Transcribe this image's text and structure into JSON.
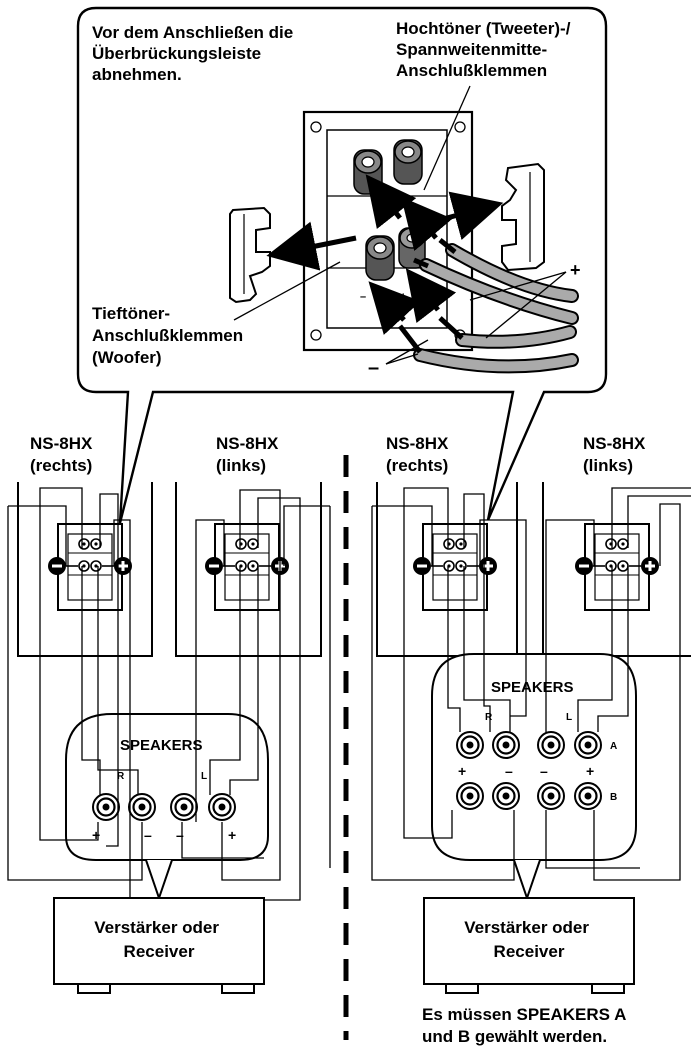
{
  "callout": {
    "remove_bridge_text": [
      "Vor dem Anschließen die",
      "Überbrückungsleiste",
      "abnehmen."
    ],
    "tweeter_text": [
      "Hochtöner (Tweeter)-/",
      "Spannweitenmitte-",
      "Anschlußklemmen"
    ],
    "woofer_text": [
      "Tieftöner-",
      "Anschlußklemmen",
      "(Woofer)"
    ],
    "plus_sign": "+",
    "minus_sign": "–"
  },
  "speakers": {
    "left_config_right": {
      "model": "NS-8HX",
      "side": "(rechts)"
    },
    "left_config_left": {
      "model": "NS-8HX",
      "side": "(links)"
    },
    "right_config_right": {
      "model": "NS-8HX",
      "side": "(rechts)"
    },
    "right_config_left": {
      "model": "NS-8HX",
      "side": "(links)"
    }
  },
  "panel": {
    "title": "SPEAKERS",
    "channel_r": "R",
    "channel_l": "L",
    "row_a": "A",
    "row_b": "B",
    "plus": "+",
    "minus": "–"
  },
  "amplifier": {
    "label": [
      "Verstärker oder",
      "Receiver"
    ]
  },
  "note": {
    "lines": [
      "Es müssen SPEAKERS A",
      "und B gewählt werden."
    ]
  }
}
